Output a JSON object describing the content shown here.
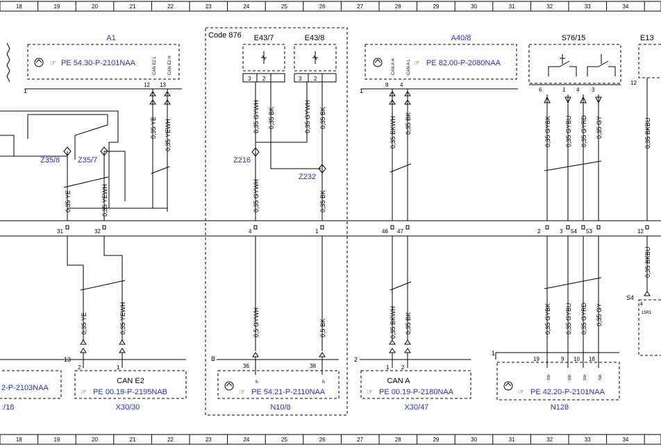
{
  "grid": {
    "columns": [
      "18",
      "19",
      "20",
      "21",
      "22",
      "23",
      "24",
      "25",
      "26",
      "27",
      "28",
      "29",
      "30",
      "31",
      "32",
      "33",
      "34"
    ]
  },
  "components": {
    "a1": {
      "name": "A1",
      "ref": "PE 54.30-P-2101NAA",
      "pins": [
        "12",
        "13"
      ],
      "pin_labels": [
        "CAN E2 L",
        "CAN E2 H"
      ],
      "ground": "1"
    },
    "code876": {
      "label": "Code 876"
    },
    "e43_7": {
      "name": "E43/7",
      "pins": [
        "3",
        "2"
      ]
    },
    "e43_8": {
      "name": "E43/8",
      "pins": [
        "3",
        "2"
      ]
    },
    "a40_8": {
      "name": "A40/8",
      "ref": "PE 82.00-P-2080NAA",
      "pins": [
        "8",
        "4"
      ],
      "pin_labels": [
        "CAN A H",
        "CAN A L"
      ],
      "ground": "1"
    },
    "s76_15": {
      "name": "S76/15",
      "pins": [
        "6",
        "1",
        "4",
        "3"
      ]
    },
    "e13": {
      "name": "E13",
      "pin": "12"
    },
    "s4": {
      "name": "S4",
      "pin": "4",
      "sub": "15R1"
    },
    "x30_30": {
      "name": "X30/30",
      "title": "CAN E2",
      "ref": "PE 00.19-P-2195NAB",
      "pins": [
        "2",
        "1"
      ],
      "pin_right": "13"
    },
    "x30_left": {
      "ref": "2-P-2103NAA",
      "name": ":/18"
    },
    "n10_8": {
      "name": "N10/8",
      "ref": "PE 54.21-P-2110NAA",
      "pins": [
        "36",
        "38"
      ],
      "corner": "B",
      "pin_labels": [
        "IP",
        "IP"
      ]
    },
    "x30_47": {
      "name": "X30/47",
      "title": "CAN A",
      "ref": "PE 00.19-P-2180NAA",
      "pins": [
        "1",
        "2"
      ],
      "corner": "2"
    },
    "n128": {
      "name": "N128",
      "ref": "PE 42.20-P-2101NAA",
      "pins": [
        "19",
        "9",
        "10",
        "18"
      ],
      "pin_labels": [
        "SW-",
        "SW-",
        "SW-",
        "SW-"
      ],
      "corner": "1"
    }
  },
  "splices": {
    "z35_8": "Z35/8",
    "z35_7": "Z35/7",
    "z216": "Z216",
    "z232": "Z232"
  },
  "connector_pins": {
    "p31": "31",
    "p32": "32",
    "p4": "4",
    "p1": "1",
    "p46": "46",
    "p47": "47",
    "p2": "2",
    "p3": "3",
    "p54": "54",
    "p53": "53",
    "p12": "12"
  },
  "wires": {
    "ye_a": "0,35 YE",
    "yewh_a": "0,35 YEWH",
    "ye_b": "0,35 YE",
    "yewh_b": "0,35 YEWH",
    "ye_c": "0,35 YE",
    "yewh_c": "0,35 YEWH",
    "gywh_a": "0,35 GYWH",
    "bk_a": "0,35 BK",
    "gywh_b": "0,35 GYWH",
    "bk_b": "0,35 BK",
    "gywh_c": "0,35 GYWH",
    "bk_c": "0,35 BK",
    "gywh_d": "0,5 GYWH",
    "bk_d": "0,5 BK",
    "bkwh_a": "0,35 BKWH",
    "bk_e": "0,35 BK",
    "bkwh_b": "0,35 BKWH",
    "bk_f": "0,35 BK",
    "gybk_a": "0,35 GYBK",
    "gybu_a": "0,35 GYBU",
    "gyrd_a": "0,35 GYRD",
    "gy_a": "0,35 GY",
    "gybk_b": "0,35 GYBK",
    "gybu_b": "0,35 GYBU",
    "gyrd_b": "0,35 GYRD",
    "gy_b": "0,35 GY",
    "bkbu_a": "0,35 BKBU",
    "bkbu_b": "0,35 BKBU"
  },
  "colors": {
    "label_blue": "#2b2bd6",
    "line": "#000000"
  }
}
